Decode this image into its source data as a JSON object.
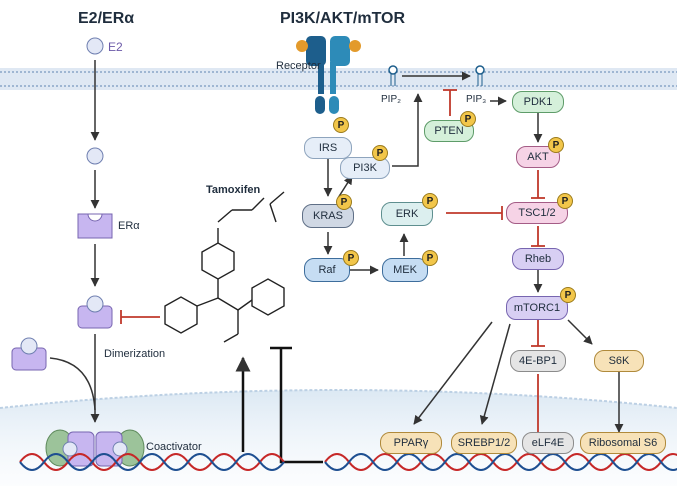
{
  "titles": {
    "left": "E2/ERα",
    "right": "PI3K/AKT/mTOR"
  },
  "labels": {
    "e2": "E2",
    "era": "ERα",
    "dimerization": "Dimerization",
    "coactivator": "Coactivator",
    "receptor": "Receptor",
    "tamoxifen": "Tamoxifen",
    "pip2": "PIP₂",
    "pip3": "PIP₃"
  },
  "nodes": {
    "irs": "IRS",
    "pi3k": "PI3K",
    "kras": "KRAS",
    "raf": "Raf",
    "mek": "MEK",
    "erk": "ERK",
    "pten": "PTEN",
    "pdk1": "PDK1",
    "akt": "AKT",
    "tsc": "TSC1/2",
    "rheb": "Rheb",
    "mtorc1": "mTORC1",
    "ebp1": "4E-BP1",
    "s6k": "S6K",
    "ppar": "PPARγ",
    "srebp": "SREBP1/2",
    "elf4e": "eLF4E",
    "rs6": "Ribosomal S6"
  },
  "phospho": "P",
  "colors": {
    "membrane": "#9fb6d2",
    "inhibit": "#c0392b",
    "arrow": "#333333",
    "receptor_a": "#1d5e8c",
    "receptor_b": "#2d8bb8",
    "ligand": "#e39a2b",
    "dna_red": "#c62828",
    "dna_blue": "#1e4f91",
    "era": "#c7b6f0",
    "coactivator": "#9cc39a"
  }
}
